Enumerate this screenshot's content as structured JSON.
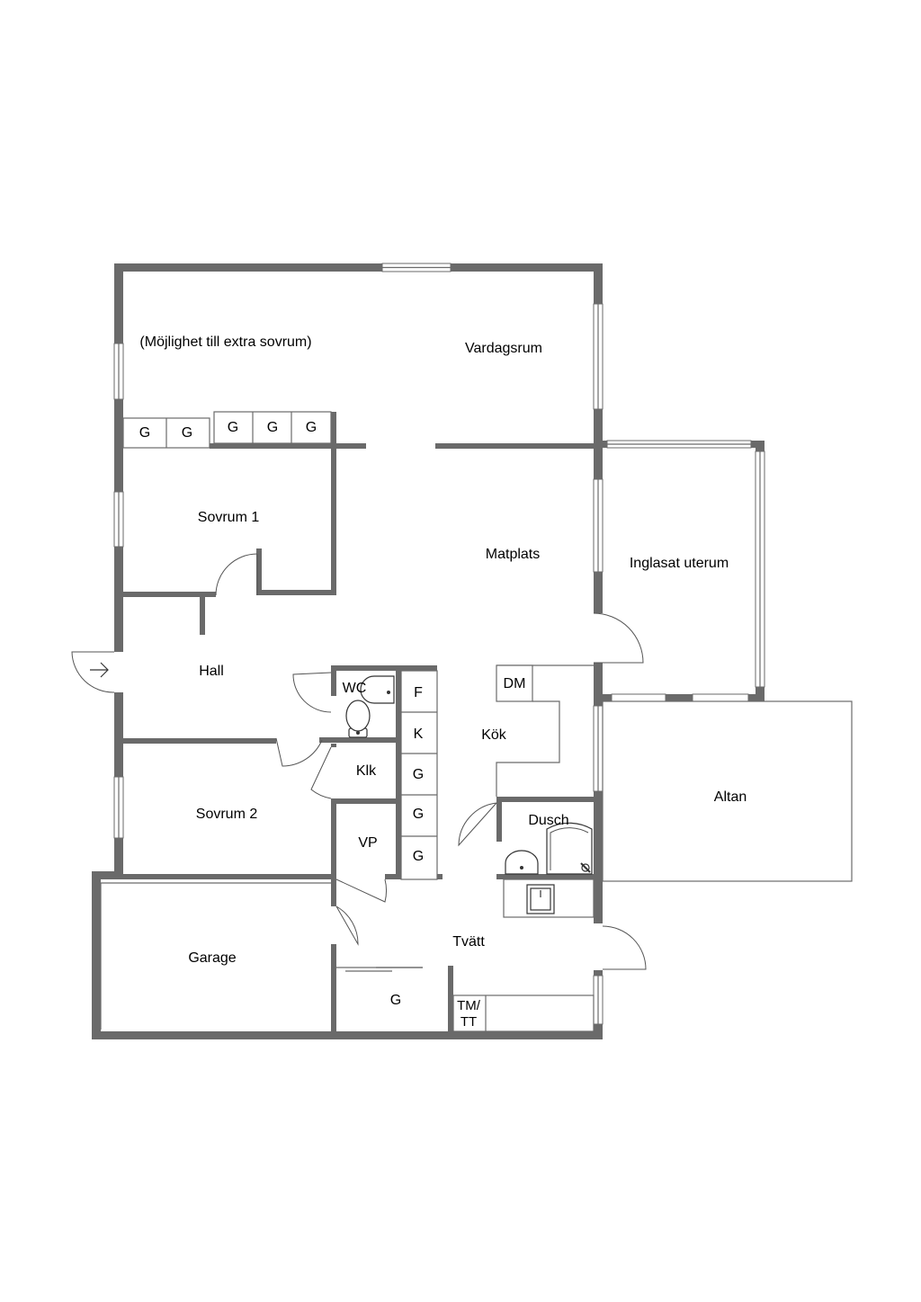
{
  "rooms": {
    "extra_bedroom": "(Möjlighet till extra sovrum)",
    "living_room": "Vardagsrum",
    "bedroom_1": "Sovrum 1",
    "dining": "Matplats",
    "sunroom": "Inglasat uterum",
    "hall": "Hall",
    "wc": "WC",
    "kitchen": "Kök",
    "closet": "Klk",
    "bedroom_2": "Sovrum 2",
    "vp": "VP",
    "shower": "Dusch",
    "deck": "Altan",
    "garage": "Garage",
    "laundry": "Tvätt",
    "laundry_storage": "G",
    "tm_tt_line1": "TM/",
    "tm_tt_line2": "TT",
    "dishwasher": "DM"
  },
  "storage_top": [
    "G",
    "G",
    "G",
    "G",
    "G"
  ],
  "kitchen_units": [
    "F",
    "K",
    "G",
    "G",
    "G"
  ],
  "colors": {
    "wall": "#6a6a6a",
    "background": "#ffffff"
  },
  "icons": [
    "entrance-arrow-icon",
    "toilet-icon",
    "sink-icon",
    "shower-icon",
    "laundry-sink-icon"
  ]
}
